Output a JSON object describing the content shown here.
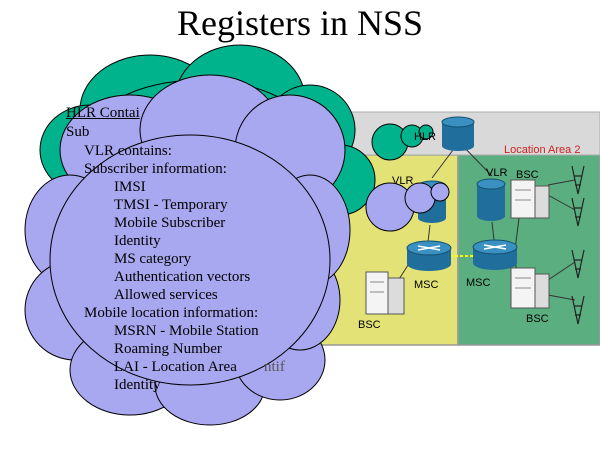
{
  "title": "Registers in NSS",
  "hlr_callout": {
    "line1": "HLR Contai",
    "line2": "Sub"
  },
  "vlr_callout": {
    "lines": [
      "VLR contains:",
      "Subscriber information:",
      "IMSI",
      "TMSI - Temporary",
      "Mobile Subscriber",
      "Identity",
      "MS category",
      "Authentication vectors",
      "Allowed services",
      "Mobile location information:",
      "MSRN - Mobile Station",
      "Roaming Number",
      "LAI - Location Area",
      "Identity"
    ],
    "peek_text": "ntif"
  },
  "network": {
    "hlr_label": "HLR",
    "location_area_2_label": "Location Area 2",
    "vlr_label_left": "VLR",
    "vlr_label_right": "VLR",
    "msc_label_left": "MSC",
    "msc_label_right": "MSC",
    "bsc_label_left": "BSC",
    "bsc_label_right_top": "BSC",
    "bsc_label_right_bottom": "BSC"
  },
  "colors": {
    "cloud_back": "#00b38c",
    "cloud_front": "#a8a8f0",
    "cloud_outline": "#000000",
    "area1_fill": "#e3e277",
    "area2_fill": "#5bae80",
    "database": "#1f6e9c",
    "location_area_label": "#d22020"
  }
}
